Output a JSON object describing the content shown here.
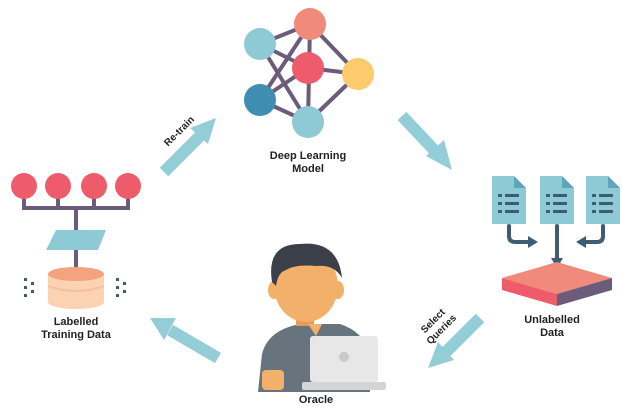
{
  "nodes": {
    "model": {
      "line1": "Deep Learning",
      "line2": "Model"
    },
    "unlabelled": {
      "line1": "Unlabelled",
      "line2": "Data"
    },
    "oracle": {
      "line1": "Oracle"
    },
    "labelled": {
      "line1": "Labelled",
      "line2": "Training Data"
    }
  },
  "edges": {
    "retrain": {
      "line1": "Re-train"
    },
    "select_queries": {
      "line1": "Select",
      "line2": "Queries"
    }
  },
  "colors": {
    "arrow": "#93cdd8",
    "coral": "#f08a7b",
    "red": "#ee5c6b",
    "yellow": "#fccb6b",
    "light_blue": "#8ecad6",
    "teal": "#3d8eb0",
    "purple": "#6c5b7b",
    "doc_blue": "#8ecad6",
    "doc_lines": "#3e5d75",
    "skin": "#f3b06b",
    "hair": "#3b3f4a",
    "shirt": "#67747e",
    "laptop": "#e7e7e7",
    "cyl_top": "#f3a37d",
    "cyl_body": "#fbd3b3"
  }
}
